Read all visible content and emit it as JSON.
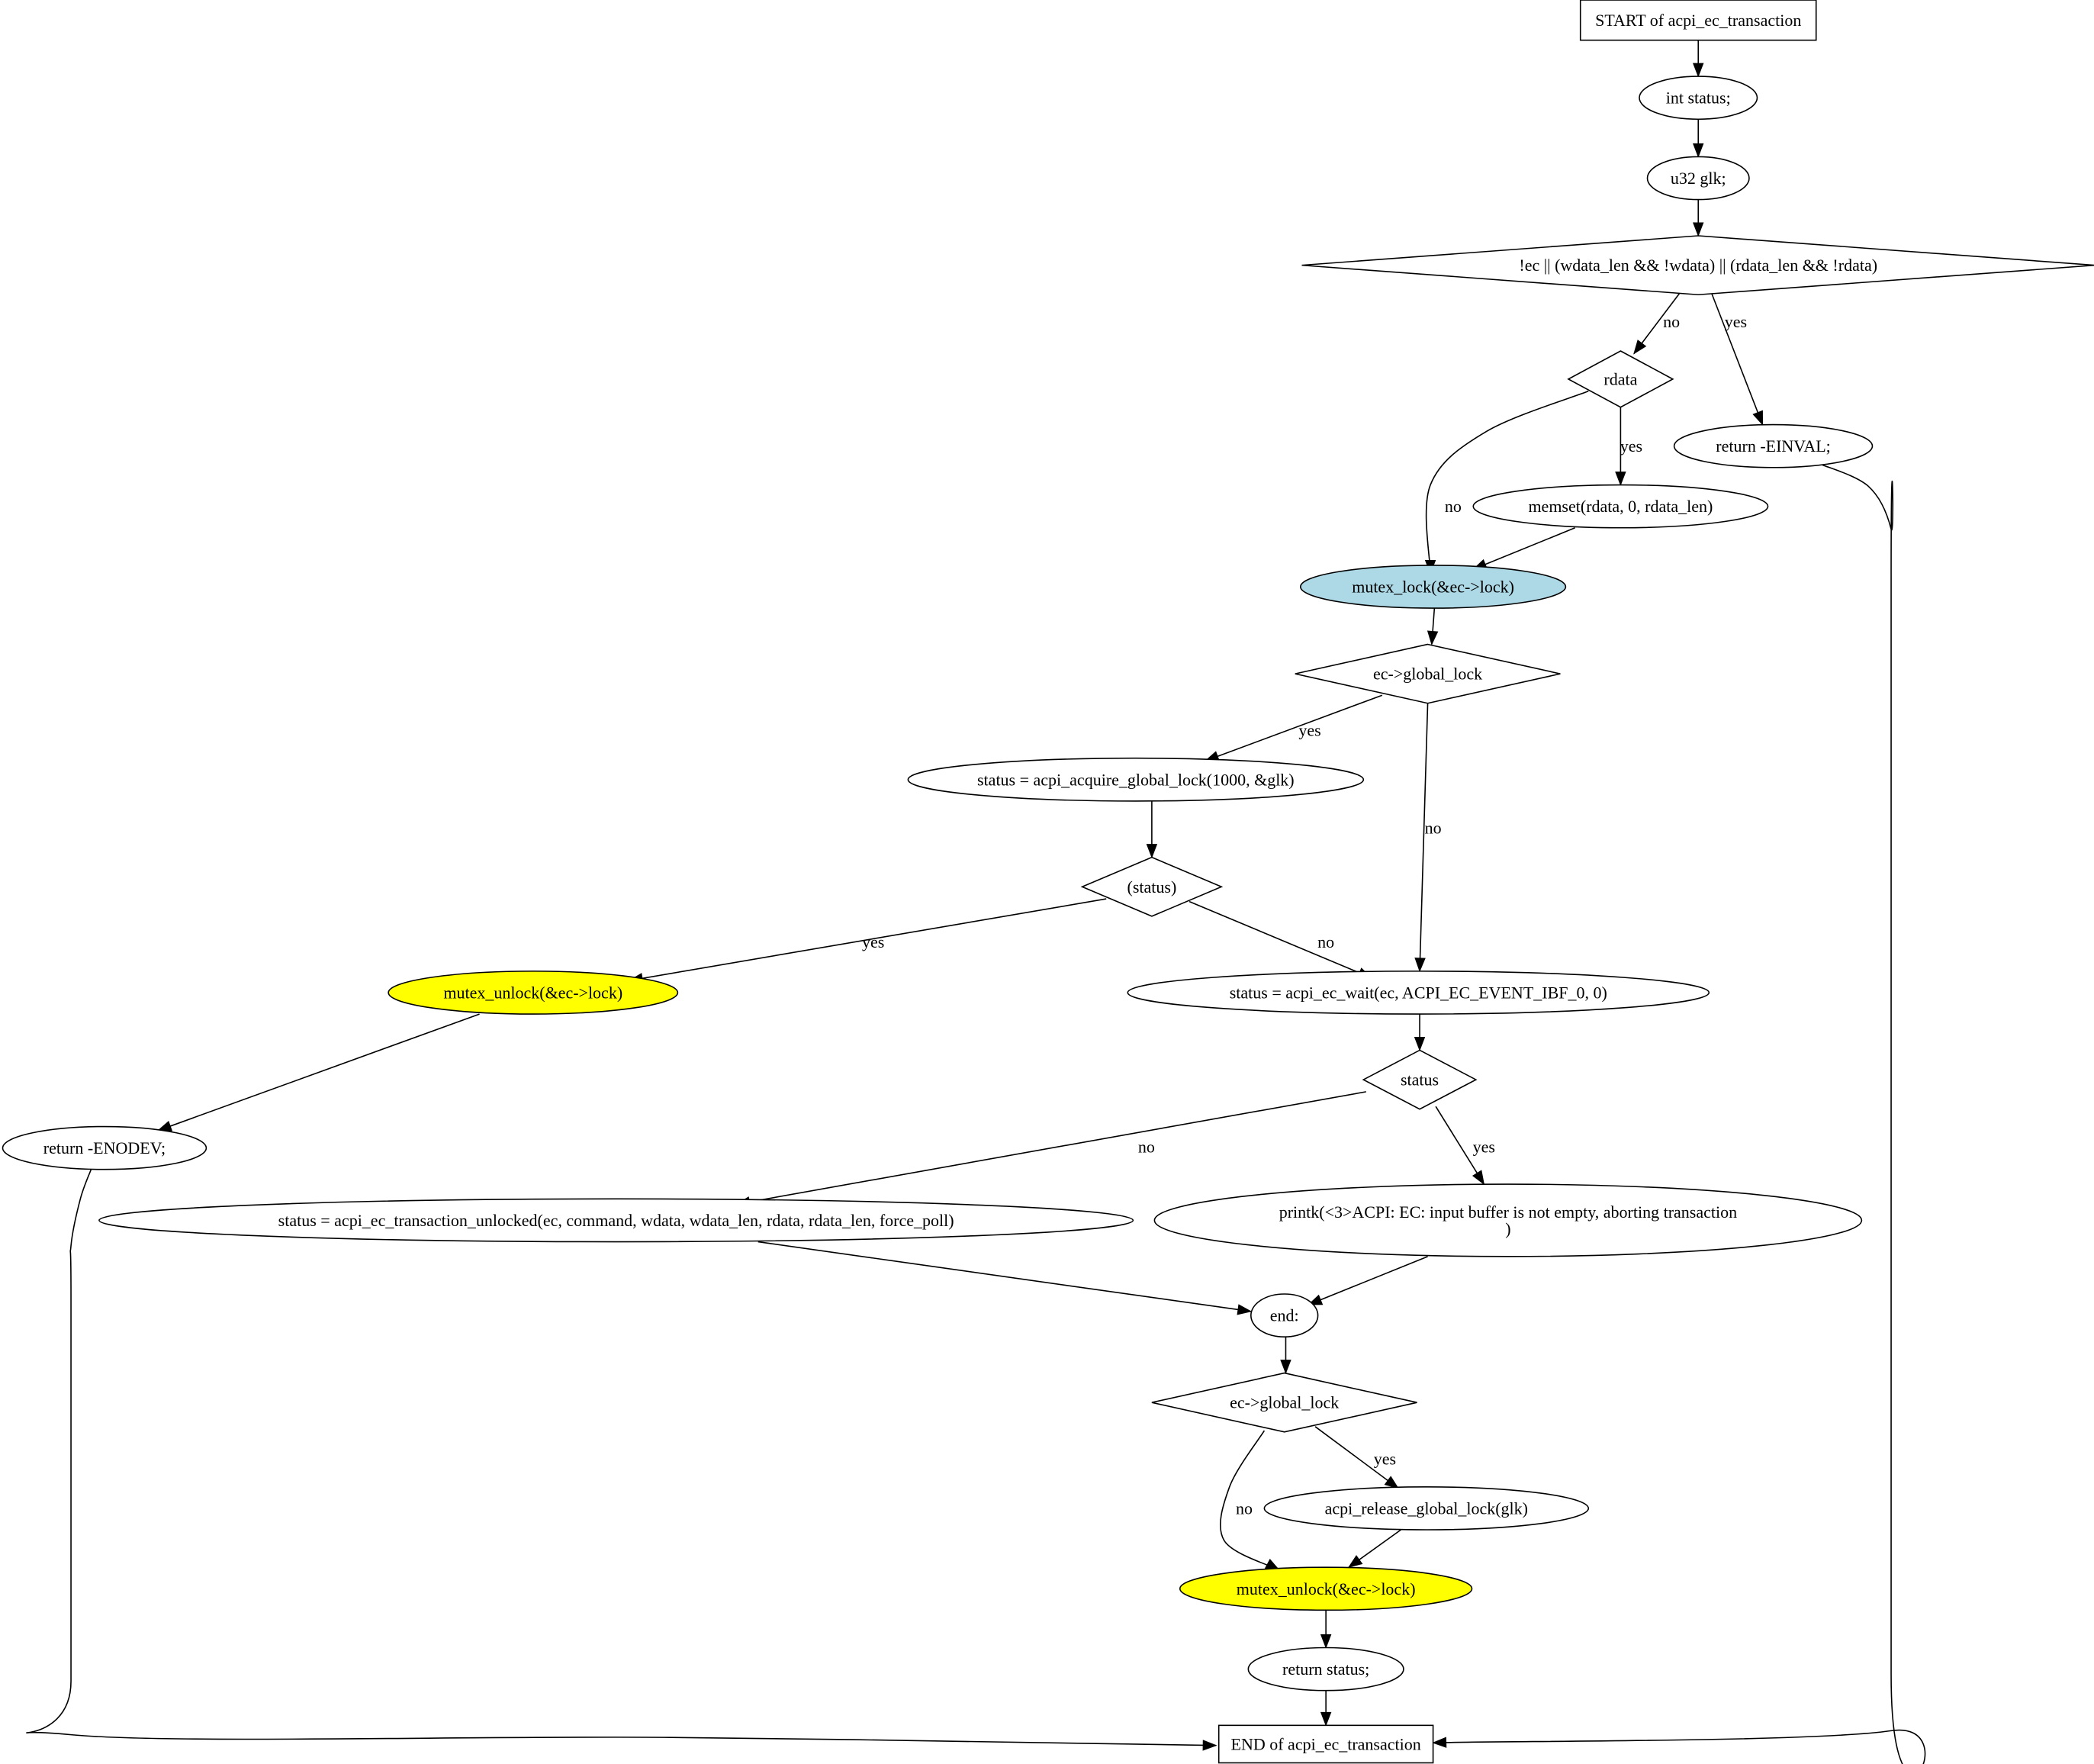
{
  "diagram": {
    "type": "flowchart",
    "nodes": [
      {
        "id": "start",
        "shape": "box",
        "lines": [
          "START of acpi_ec_transaction"
        ]
      },
      {
        "id": "n_status",
        "shape": "ellipse",
        "lines": [
          "int status;"
        ]
      },
      {
        "id": "n_glk",
        "shape": "ellipse",
        "lines": [
          "u32 glk;"
        ]
      },
      {
        "id": "cond_args",
        "shape": "diamond",
        "lines": [
          "!ec || (wdata_len && !wdata) || (rdata_len && !rdata)"
        ]
      },
      {
        "id": "cond_rdata",
        "shape": "diamond",
        "lines": [
          "rdata"
        ]
      },
      {
        "id": "ret_einval",
        "shape": "ellipse",
        "lines": [
          "return -EINVAL;"
        ]
      },
      {
        "id": "memset",
        "shape": "ellipse",
        "lines": [
          "memset(rdata, 0, rdata_len)"
        ]
      },
      {
        "id": "mutex_lock",
        "shape": "ellipse",
        "fill": "#add8e6",
        "lines": [
          "mutex_lock(&ec->lock)"
        ]
      },
      {
        "id": "cond_global1",
        "shape": "diamond",
        "lines": [
          "ec->global_lock"
        ]
      },
      {
        "id": "acquire",
        "shape": "ellipse",
        "lines": [
          "status = acpi_acquire_global_lock(1000, &glk)"
        ]
      },
      {
        "id": "cond_status_paren",
        "shape": "diamond",
        "lines": [
          "(status)"
        ]
      },
      {
        "id": "unlock1",
        "shape": "ellipse",
        "fill": "#ffff00",
        "lines": [
          "mutex_unlock(&ec->lock)"
        ]
      },
      {
        "id": "ec_wait",
        "shape": "ellipse",
        "lines": [
          "status = acpi_ec_wait(ec, ACPI_EC_EVENT_IBF_0, 0)"
        ]
      },
      {
        "id": "ret_enodev",
        "shape": "ellipse",
        "lines": [
          "return -ENODEV;"
        ]
      },
      {
        "id": "cond_status",
        "shape": "diamond",
        "lines": [
          "status"
        ]
      },
      {
        "id": "unlocked",
        "shape": "ellipse",
        "lines": [
          "status = acpi_ec_transaction_unlocked(ec, command, wdata, wdata_len, rdata, rdata_len, force_poll)"
        ]
      },
      {
        "id": "printk",
        "shape": "ellipse",
        "lines": [
          "printk(<3>ACPI: EC: input buffer is not empty, aborting transaction",
          ")"
        ]
      },
      {
        "id": "end_label",
        "shape": "ellipse",
        "lines": [
          "end:"
        ]
      },
      {
        "id": "cond_global2",
        "shape": "diamond",
        "lines": [
          "ec->global_lock"
        ]
      },
      {
        "id": "release",
        "shape": "ellipse",
        "lines": [
          "acpi_release_global_lock(glk)"
        ]
      },
      {
        "id": "unlock2",
        "shape": "ellipse",
        "fill": "#ffff00",
        "lines": [
          "mutex_unlock(&ec->lock)"
        ]
      },
      {
        "id": "ret_status",
        "shape": "ellipse",
        "lines": [
          "return status;"
        ]
      },
      {
        "id": "end",
        "shape": "box",
        "lines": [
          "END of acpi_ec_transaction"
        ]
      }
    ],
    "edges": [
      {
        "id": "e1",
        "from": "start",
        "to": "n_status",
        "label": ""
      },
      {
        "id": "e2",
        "from": "n_status",
        "to": "n_glk",
        "label": ""
      },
      {
        "id": "e3",
        "from": "n_glk",
        "to": "cond_args",
        "label": ""
      },
      {
        "id": "e4",
        "from": "cond_args",
        "to": "cond_rdata",
        "label": "no"
      },
      {
        "id": "e5",
        "from": "cond_args",
        "to": "ret_einval",
        "label": "yes"
      },
      {
        "id": "e6",
        "from": "cond_rdata",
        "to": "mutex_lock",
        "label": "no"
      },
      {
        "id": "e7",
        "from": "cond_rdata",
        "to": "memset",
        "label": "yes"
      },
      {
        "id": "e8",
        "from": "ret_einval",
        "to": "end",
        "label": ""
      },
      {
        "id": "e9",
        "from": "memset",
        "to": "mutex_lock",
        "label": ""
      },
      {
        "id": "e10",
        "from": "mutex_lock",
        "to": "cond_global1",
        "label": ""
      },
      {
        "id": "e11",
        "from": "cond_global1",
        "to": "acquire",
        "label": "yes"
      },
      {
        "id": "e12",
        "from": "cond_global1",
        "to": "ec_wait",
        "label": "no"
      },
      {
        "id": "e13",
        "from": "acquire",
        "to": "cond_status_paren",
        "label": ""
      },
      {
        "id": "e14",
        "from": "cond_status_paren",
        "to": "unlock1",
        "label": "yes"
      },
      {
        "id": "e15",
        "from": "cond_status_paren",
        "to": "ec_wait",
        "label": "no"
      },
      {
        "id": "e16",
        "from": "unlock1",
        "to": "ret_enodev",
        "label": ""
      },
      {
        "id": "e17",
        "from": "ec_wait",
        "to": "cond_status",
        "label": ""
      },
      {
        "id": "e18",
        "from": "cond_status",
        "to": "unlocked",
        "label": "no"
      },
      {
        "id": "e19",
        "from": "cond_status",
        "to": "printk",
        "label": "yes"
      },
      {
        "id": "e20",
        "from": "ret_enodev",
        "to": "end",
        "label": ""
      },
      {
        "id": "e21",
        "from": "unlocked",
        "to": "end_label",
        "label": ""
      },
      {
        "id": "e22",
        "from": "printk",
        "to": "end_label",
        "label": ""
      },
      {
        "id": "e23",
        "from": "end_label",
        "to": "cond_global2",
        "label": ""
      },
      {
        "id": "e24",
        "from": "cond_global2",
        "to": "unlock2",
        "label": "no"
      },
      {
        "id": "e25",
        "from": "cond_global2",
        "to": "release",
        "label": "yes"
      },
      {
        "id": "e26",
        "from": "release",
        "to": "unlock2",
        "label": ""
      },
      {
        "id": "e27",
        "from": "unlock2",
        "to": "ret_status",
        "label": ""
      },
      {
        "id": "e28",
        "from": "ret_status",
        "to": "end",
        "label": ""
      }
    ]
  }
}
